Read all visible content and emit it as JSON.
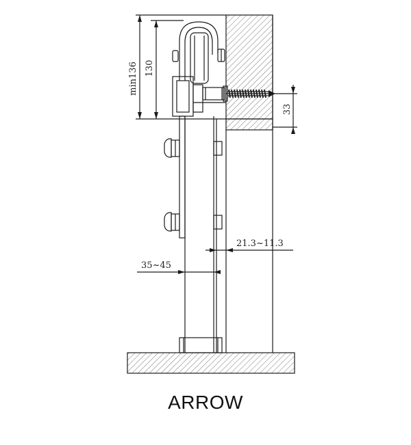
{
  "dimensions": {
    "min_height": "min136",
    "height": "130",
    "bolt_offset": "33",
    "wall_gap": "21.3~11.3",
    "door_thickness": "35~45"
  },
  "caption": "ARROW",
  "colors": {
    "line": "#1a1a1a",
    "hatch": "#555555",
    "background": "#ffffff"
  }
}
